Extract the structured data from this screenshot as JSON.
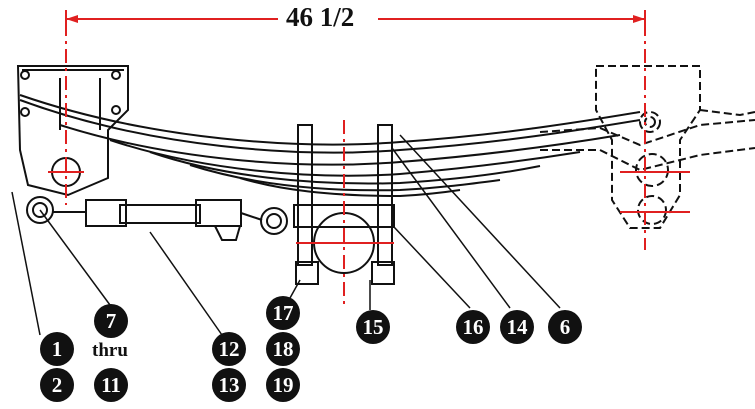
{
  "dimension": {
    "label": "46 1/2"
  },
  "callouts": {
    "c1": "1",
    "c2": "2",
    "c7": "7",
    "thru": "thru",
    "c11": "11",
    "c12": "12",
    "c13": "13",
    "c17": "17",
    "c18": "18",
    "c19": "19",
    "c15": "15",
    "c16": "16",
    "c14": "14",
    "c6": "6"
  },
  "colors": {
    "dimension_line": "#e02020",
    "centerline": "#e02020",
    "ink": "#111111"
  }
}
